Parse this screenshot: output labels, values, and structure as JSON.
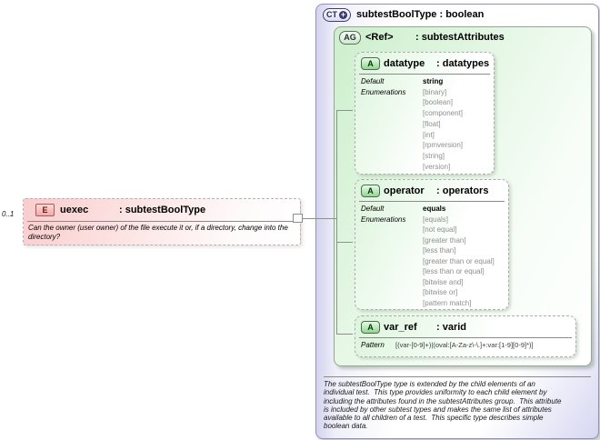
{
  "element": {
    "cardinality": "0..1",
    "badge": "E",
    "name": "uexec",
    "type": ": subtestBoolType",
    "description": "Can the owner (user owner) of the file execute it or, if a directory, change into the directory?"
  },
  "complex_type": {
    "badge": "CT",
    "expand_icon": "+",
    "title": "subtestBoolType : boolean",
    "footer_lines": [
      "The subtestBoolType type is extended by the child elements of an",
      "individual test.  This type provides uniformity to each child element by",
      "including the attributes found in the subtestAttributes group.  This attribute",
      "is included by other subtest types and makes the same list of attributes",
      "available to all children of a test.  This specific type describes simple",
      "boolean data."
    ]
  },
  "attribute_group": {
    "badge": "AG",
    "name": "<Ref>",
    "type": ": subtestAttributes"
  },
  "attributes": [
    {
      "badge": "A",
      "name": "datatype",
      "type": ": datatypes",
      "default_label": "Default",
      "default_value": "string",
      "enum_label": "Enumerations",
      "enums": [
        "[binary]",
        "[boolean]",
        "[component]",
        "[float]",
        "[int]",
        "[rpmversion]",
        "[string]",
        "[version]"
      ]
    },
    {
      "badge": "A",
      "name": "operator",
      "type": ": operators",
      "default_label": "Default",
      "default_value": "equals",
      "enum_label": "Enumerations",
      "enums": [
        "[equals]",
        "[not equal]",
        "[greater than]",
        "[less than]",
        "[greater than or equal]",
        "[less than or equal]",
        "[bitwise and]",
        "[bitwise or]",
        "[pattern match]"
      ]
    },
    {
      "badge": "A",
      "name": "var_ref",
      "type": ": varid",
      "pattern_label": "Pattern",
      "pattern_value": "[(var-[0-9]+)|(oval:[A-Za-z\\-\\.]+:var:[1-9][0-9]*)]"
    }
  ],
  "colors": {
    "element_pink": "#facccc",
    "group_green": "#ccefcc",
    "type_lavender": "#d3d3ee",
    "connector_gray": "#8f8f8f",
    "enum_gray": "#8f8f8f"
  }
}
